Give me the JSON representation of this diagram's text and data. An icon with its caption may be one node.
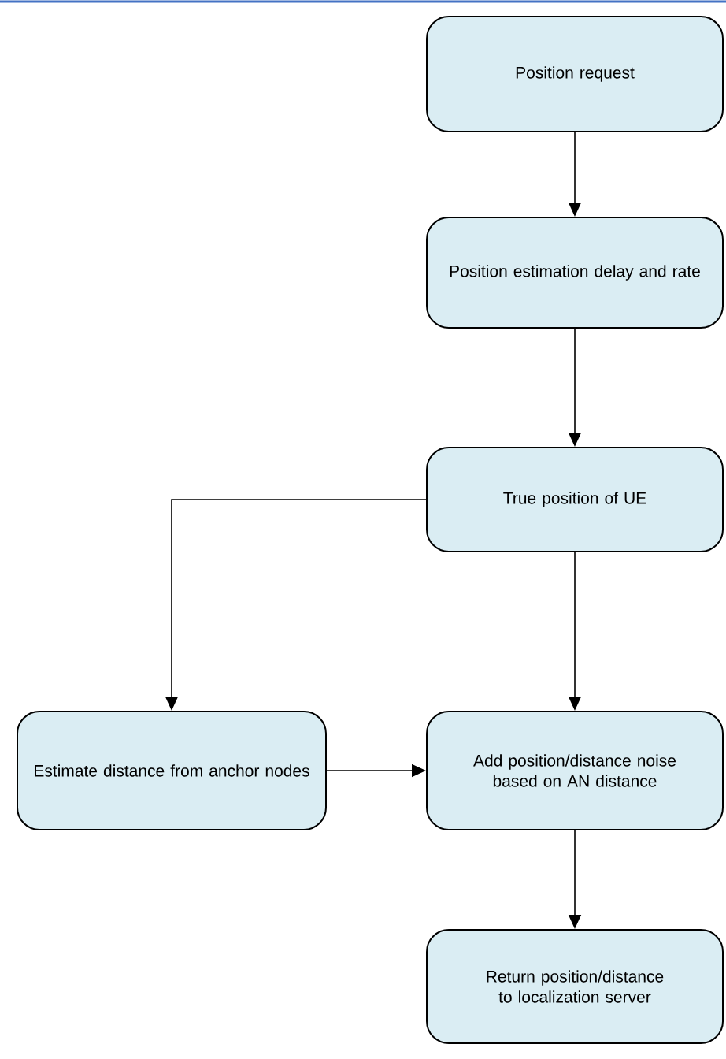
{
  "diagram": {
    "nodes": [
      {
        "text": [
          "Position request"
        ]
      },
      {
        "text": [
          "Position estimation delay and rate"
        ]
      },
      {
        "text": [
          "True position of UE"
        ]
      },
      {
        "text": [
          "Estimate distance from anchor nodes"
        ]
      },
      {
        "text": [
          "Add position/distance noise based on AN distance"
        ]
      },
      {
        "text": [
          "Return position/distance to localization server"
        ]
      }
    ],
    "edges": [
      {
        "from": 0,
        "to": 1,
        "arrow": "to"
      },
      {
        "from": 1,
        "to": 2,
        "arrow": "to"
      },
      {
        "from": 2,
        "to": 3,
        "arrow": "to"
      },
      {
        "from": 2,
        "to": 4,
        "arrow": "to"
      },
      {
        "from": 3,
        "to": 4,
        "arrow": "to"
      },
      {
        "from": 4,
        "to": 5,
        "arrow": "to"
      }
    ]
  }
}
